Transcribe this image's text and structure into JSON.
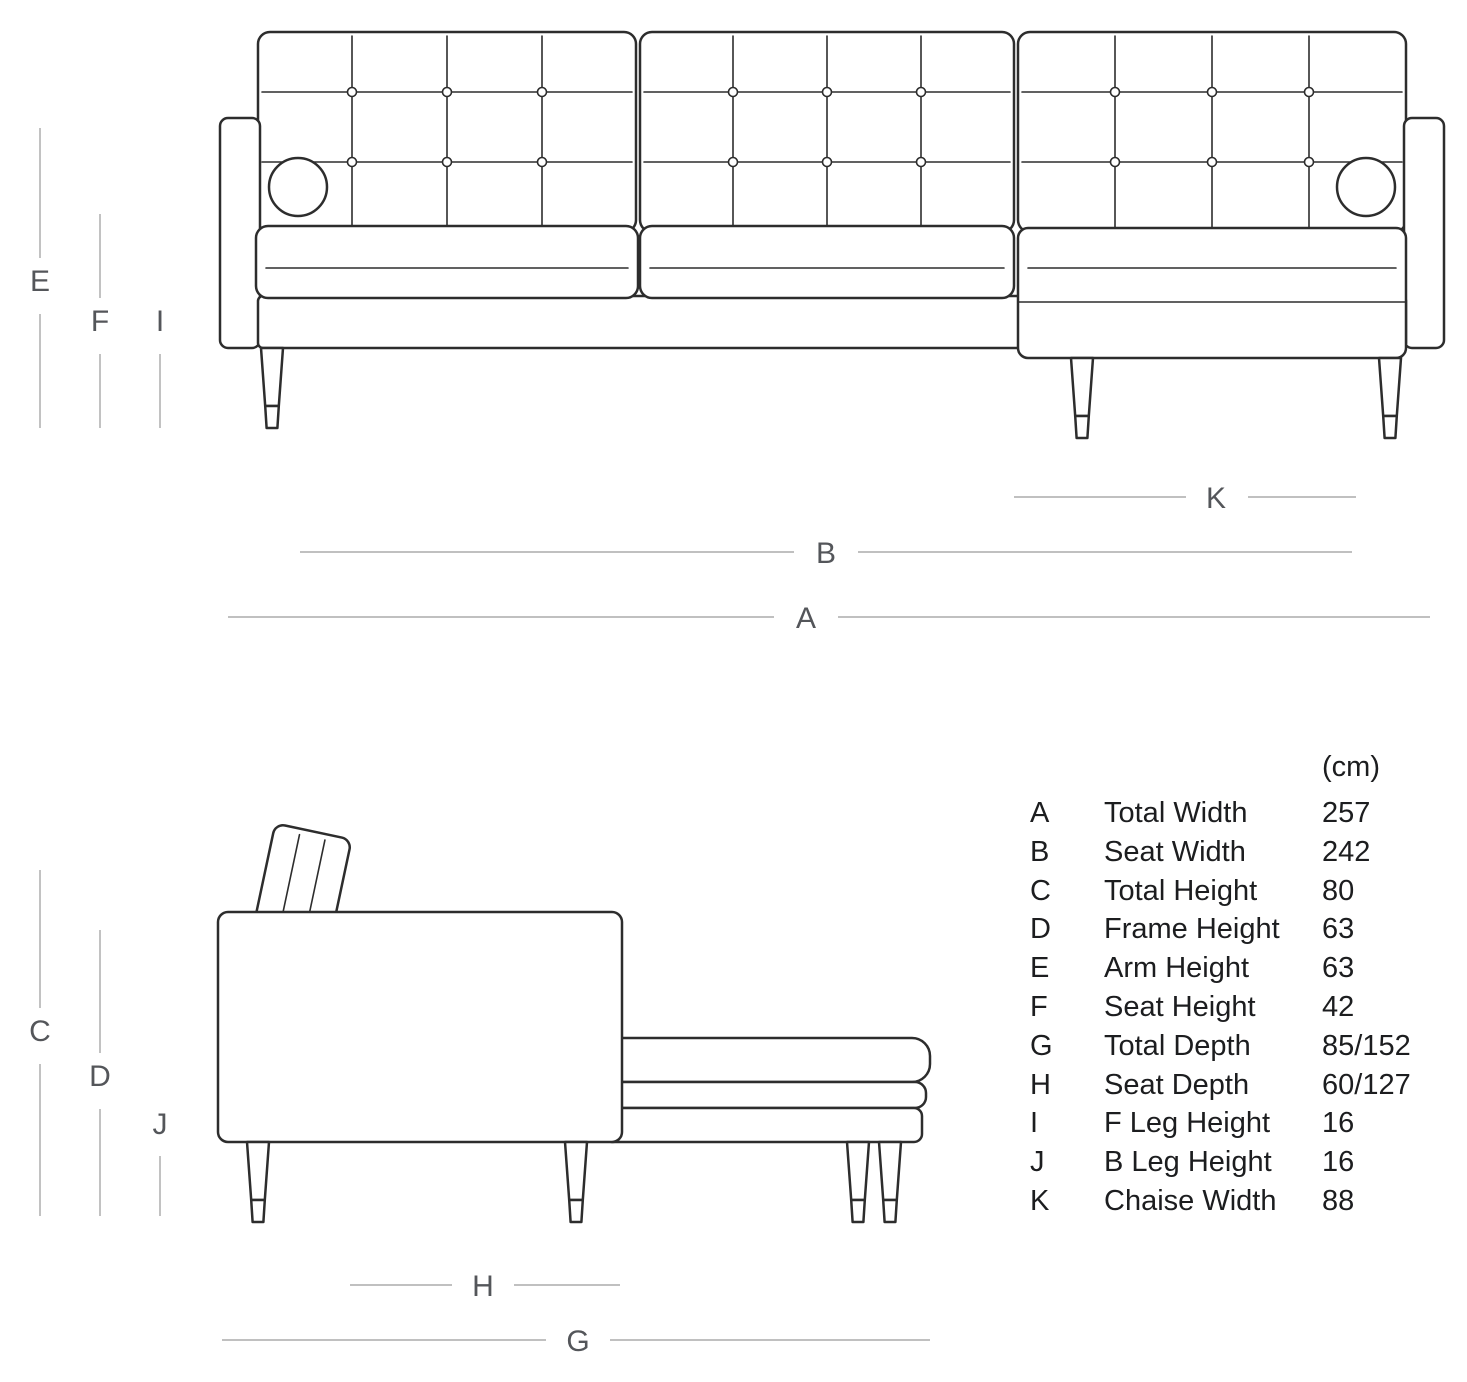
{
  "labels": {
    "a": "A",
    "b": "B",
    "c": "C",
    "d": "D",
    "e": "E",
    "f": "F",
    "g": "G",
    "h": "H",
    "i": "I",
    "j": "J",
    "k": "K"
  },
  "table": {
    "unit": "(cm)",
    "rows": [
      {
        "key": "A",
        "label": "Total Width",
        "value": "257"
      },
      {
        "key": "B",
        "label": "Seat Width",
        "value": "242"
      },
      {
        "key": "C",
        "label": "Total Height",
        "value": "80"
      },
      {
        "key": "D",
        "label": "Frame Height",
        "value": "63"
      },
      {
        "key": "E",
        "label": "Arm Height",
        "value": "63"
      },
      {
        "key": "F",
        "label": "Seat Height",
        "value": "42"
      },
      {
        "key": "G",
        "label": "Total Depth",
        "value": "85/152"
      },
      {
        "key": "H",
        "label": "Seat Depth",
        "value": "60/127"
      },
      {
        "key": "I",
        "label": "F Leg Height",
        "value": "16"
      },
      {
        "key": "J",
        "label": "B Leg Height",
        "value": "16"
      },
      {
        "key": "K",
        "label": "Chaise Width",
        "value": "88"
      }
    ]
  },
  "colors": {
    "line": "#2d2d2d",
    "dimension_line": "#b7b7b7",
    "dimension_text": "#54565a",
    "table_text": "#1c1d1f",
    "background": "#ffffff"
  }
}
